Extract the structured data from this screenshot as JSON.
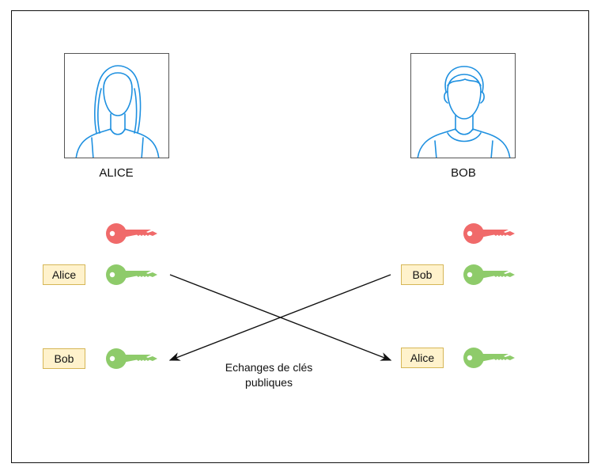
{
  "colors": {
    "private_key": "#f06a6a",
    "public_key": "#8ecb6a",
    "avatar_line": "#1e90e0",
    "tag_fill": "#fff2cc",
    "tag_border": "#d6b656"
  },
  "alice": {
    "name": "ALICE",
    "avatar_icon": "woman-user-icon",
    "keys": {
      "private": "private-key-icon",
      "own_public_label": "Alice",
      "received_public_label": "Bob"
    }
  },
  "bob": {
    "name": "BOB",
    "avatar_icon": "man-user-icon",
    "keys": {
      "private": "private-key-icon",
      "own_public_label": "Bob",
      "received_public_label": "Alice"
    }
  },
  "exchange": {
    "caption_line1": "Echanges de clés",
    "caption_line2": "publiques"
  }
}
